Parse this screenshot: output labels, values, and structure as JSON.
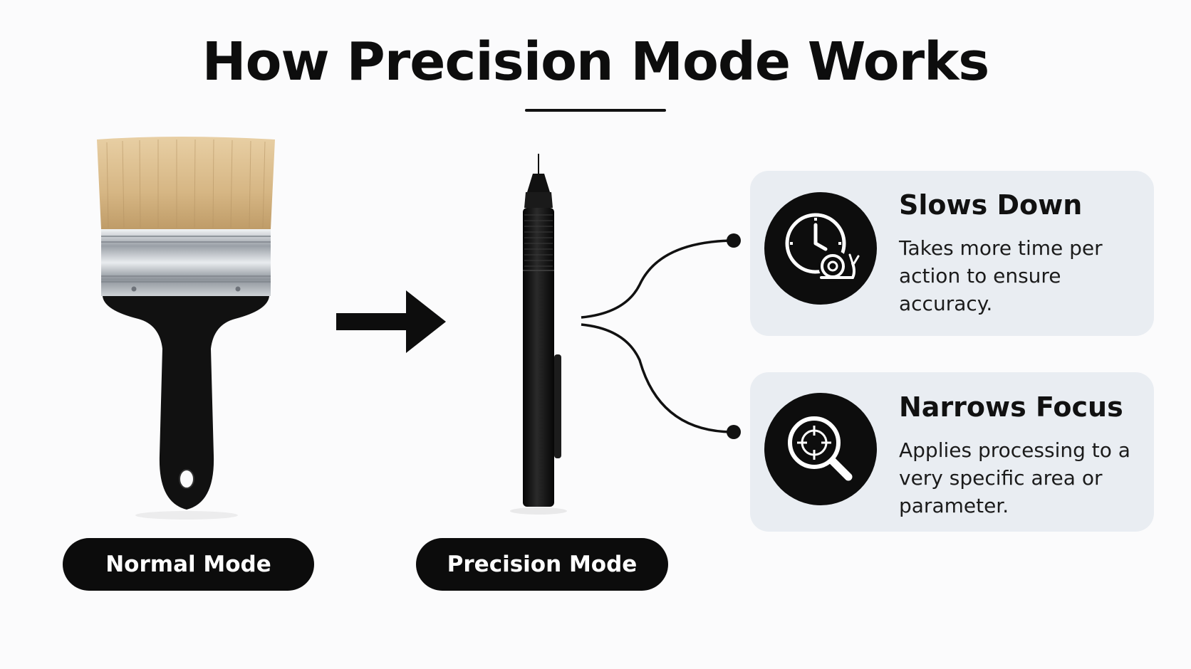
{
  "title": "How Precision Mode Works",
  "modes": {
    "normal": {
      "label": "Normal Mode",
      "icon": "paintbrush-icon"
    },
    "precision": {
      "label": "Precision Mode",
      "icon": "fine-pen-icon"
    }
  },
  "transition_icon": "arrow-right-icon",
  "features": [
    {
      "title": "Slows Down",
      "description": "Takes more time per action to ensure accuracy.",
      "icon": "clock-snail-icon"
    },
    {
      "title": "Narrows Focus",
      "description": "Applies processing to a very specific area or parameter.",
      "icon": "magnifier-crosshair-icon"
    }
  ],
  "colors": {
    "background": "#fbfbfc",
    "dark": "#0c0c0c",
    "card": "#e9edf2",
    "bristles": "#d8b888",
    "ferrule": "#b9bec4"
  }
}
